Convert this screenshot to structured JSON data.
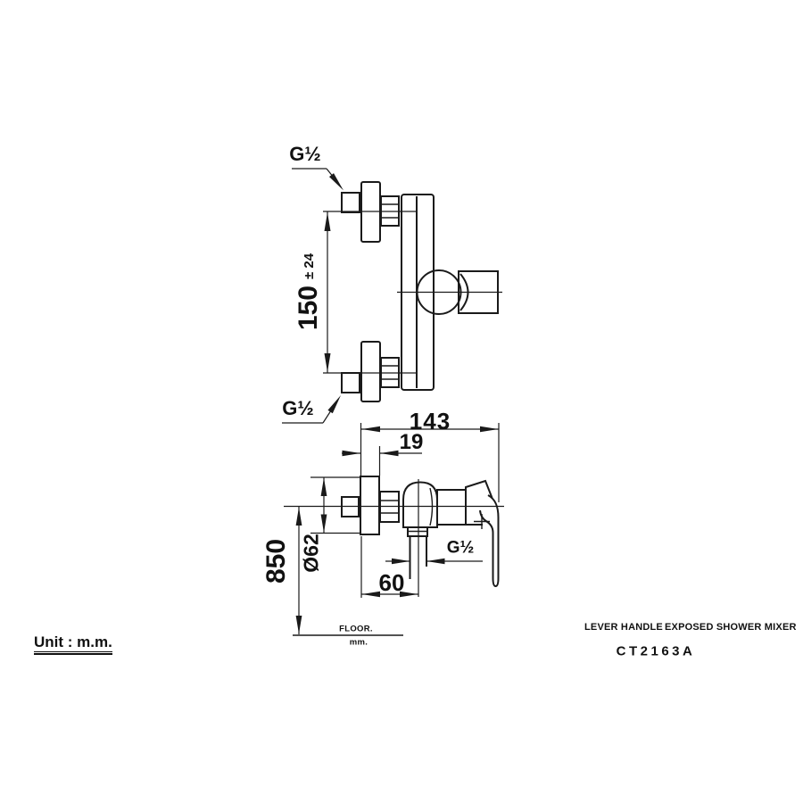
{
  "drawing": {
    "ink_color": "#1a1a1a",
    "background_color": "#ffffff",
    "unit_note": "Unit : m.m.",
    "front_view": {
      "top_inlet_thread": "G½",
      "bottom_inlet_thread": "G½",
      "inlet_center_distance": "150",
      "inlet_center_tolerance": "± 24"
    },
    "side_view": {
      "overall_depth": "143",
      "wall_plate_thickness": "19",
      "escutcheon_diameter": "Ø62",
      "mounting_height": "850",
      "outlet_offset_from_wall": "60",
      "outlet_thread": "G½",
      "floor_reference": "FLOOR.",
      "floor_reference_unit": "mm."
    },
    "title_block": {
      "handle_type": "LEVER HANDLE",
      "product_name": "EXPOSED SHOWER MIXER",
      "model_code": "CT2163A"
    }
  }
}
